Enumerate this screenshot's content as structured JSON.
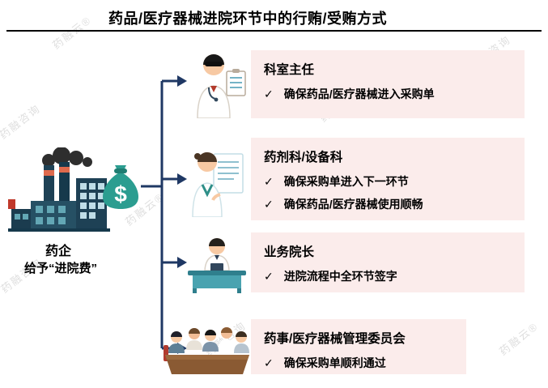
{
  "title": "药品/医疗器械进院环节中的行贿/受贿方式",
  "bullet": "✓",
  "source": {
    "company_label": "药企",
    "payment_label": "给予“进院费”",
    "money_symbol": "$"
  },
  "rows": [
    {
      "title": "科室主任",
      "items": [
        "确保药品/医疗器械进入采购单"
      ]
    },
    {
      "title": "药剂科/设备科",
      "items": [
        "确保采购单进入下一环节",
        "确保药品/医疗器械使用顺畅"
      ]
    },
    {
      "title": "业务院长",
      "items": [
        "进院流程中全环节签字"
      ]
    },
    {
      "title": "药事/医疗器械管理委员会",
      "items": [
        "确保采购单顺利通过"
      ]
    }
  ],
  "watermarks": {
    "brand": "药融云®",
    "consulting": "药融咨询"
  },
  "colors": {
    "box_bg": "#fbeceb",
    "arrow": "#1f3864",
    "money_bag": "#2b9d90",
    "accent_red": "#c0392b"
  }
}
